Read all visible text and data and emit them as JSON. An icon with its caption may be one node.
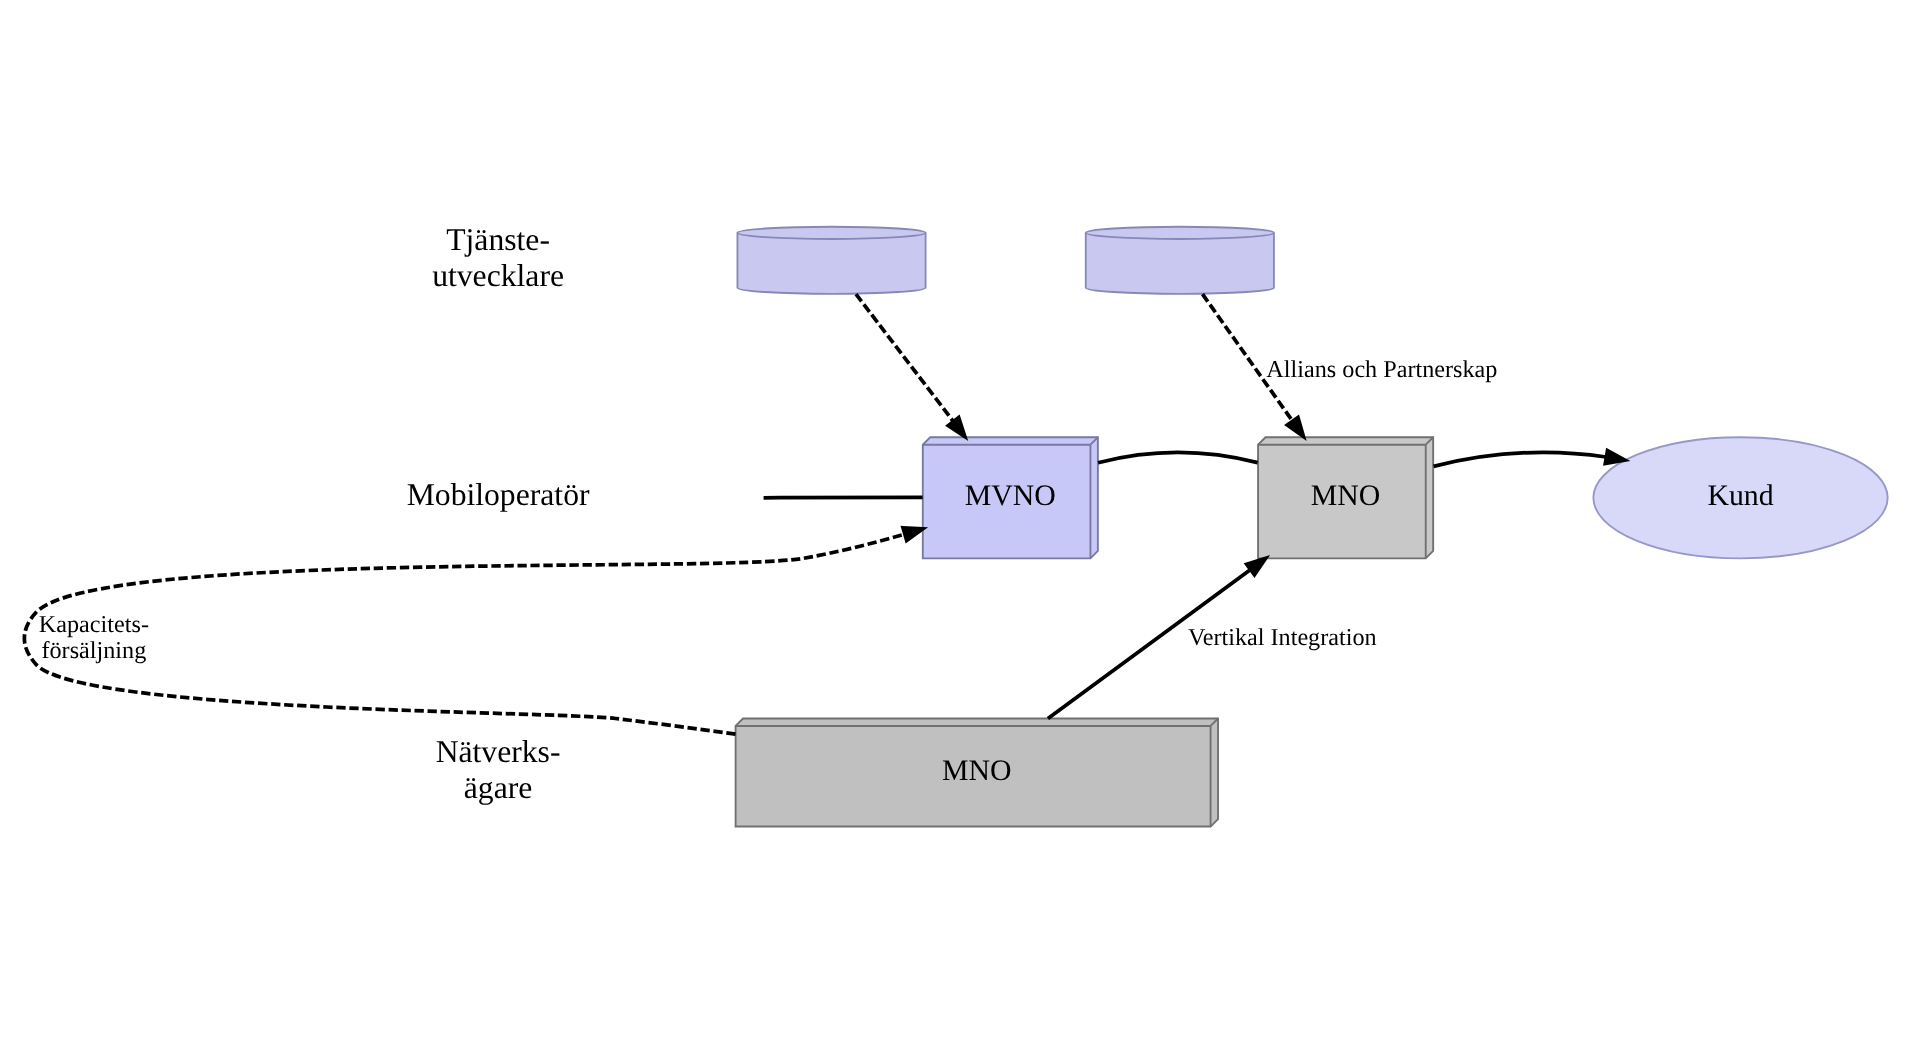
{
  "diagram": {
    "nodes": [
      {
        "text": [],
        "shape": "cylinder"
      },
      {
        "text": [],
        "shape": "cylinder"
      },
      {
        "text": [
          "MVNO"
        ]
      },
      {
        "text": [
          "MNO"
        ]
      },
      {
        "text": [
          "Kund"
        ]
      },
      {
        "text": [
          "MNO"
        ]
      }
    ],
    "edges": [
      {
        "from": 0,
        "to": 2,
        "arrow": "to",
        "style": "dashed"
      },
      {
        "from": 1,
        "to": 3,
        "arrow": "to",
        "style": "dashed",
        "label": "Allians och Partnerskap"
      },
      {
        "from": null,
        "to": 2,
        "arrow": "none"
      },
      {
        "from": 2,
        "to": 3,
        "arrow": "none"
      },
      {
        "from": 3,
        "to": 4,
        "arrow": "to"
      },
      {
        "from": 5,
        "to": 2,
        "arrow": "to",
        "style": "dashed",
        "label": "Kapacitets- försäljning"
      },
      {
        "from": 5,
        "to": 3,
        "arrow": "to",
        "label": "Vertikal Integration"
      }
    ],
    "labels": [
      "Tjänste- utvecklare",
      "Mobiloperatör",
      "Nätverks- ägare"
    ]
  }
}
